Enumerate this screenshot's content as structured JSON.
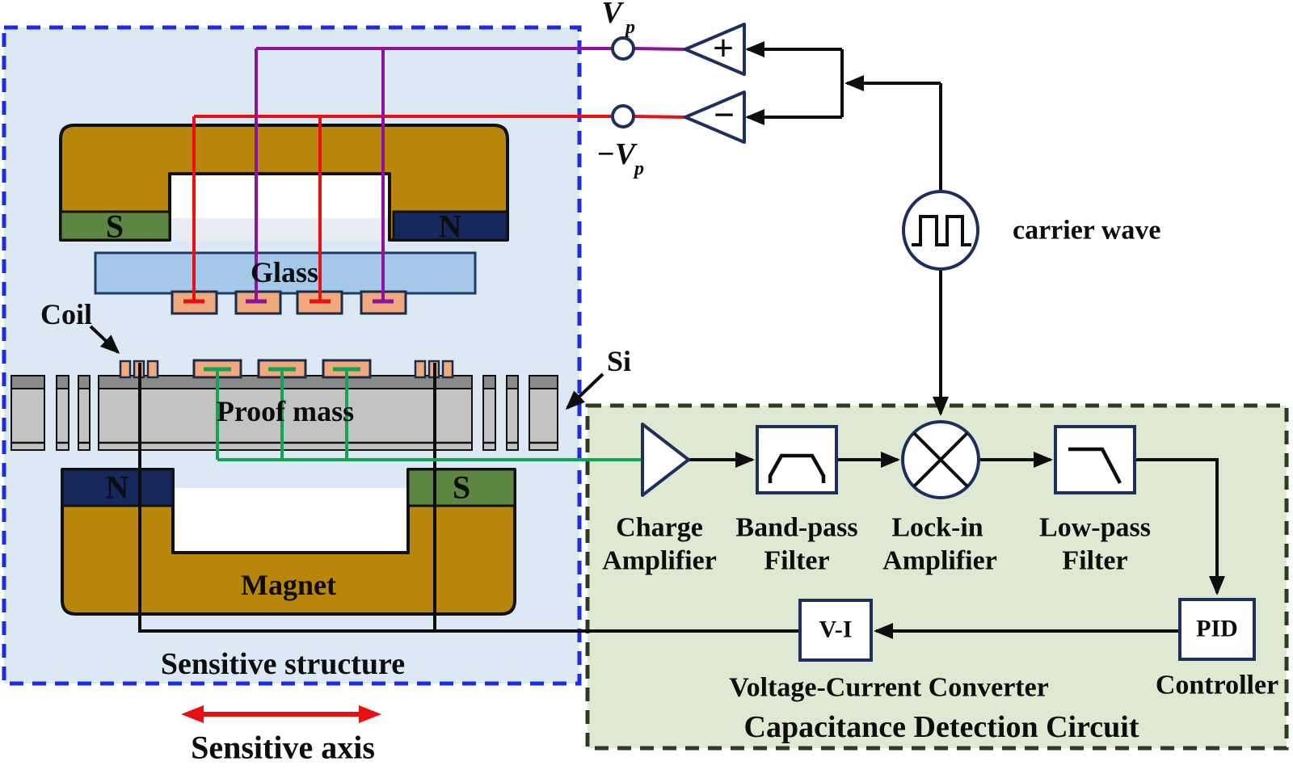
{
  "sensitive_structure": {
    "title": "Sensitive structure",
    "coil_label": "Coil",
    "si_label": "Si",
    "glass_label": "Glass",
    "proof_mass_label": "Proof mass",
    "magnet_label": "Magnet",
    "top_magnet": {
      "left_pole": "S",
      "right_pole": "N"
    },
    "bottom_magnet": {
      "left_pole": "N",
      "right_pole": "S"
    },
    "axis_label": "Sensitive axis"
  },
  "excitation": {
    "positive_terminal": {
      "symbol": "V",
      "subscript": "p"
    },
    "negative_terminal": {
      "symbol": "−V",
      "subscript": "p"
    },
    "buffer_plus": "+",
    "buffer_minus": "−",
    "carrier_label": "carrier wave"
  },
  "detection_circuit": {
    "title": "Capacitance Detection Circuit",
    "charge_amplifier": {
      "line1": "Charge",
      "line2": "Amplifier"
    },
    "band_pass_filter": {
      "line1": "Band-pass",
      "line2": "Filter"
    },
    "lock_in_amplifier": {
      "line1": "Lock-in",
      "line2": "Amplifier"
    },
    "low_pass_filter": {
      "line1": "Low-pass",
      "line2": "Filter"
    },
    "vi_converter": {
      "box": "V-I",
      "caption": "Voltage-Current Converter"
    },
    "pid_controller": {
      "box": "PID",
      "caption": "Controller"
    }
  },
  "colors": {
    "sensitive_box_fill": "#dde8f5",
    "sensitive_box_border": "#1b2ce8",
    "detection_box_fill": "#dfe9d2",
    "detection_box_border": "#2e3a22",
    "magnet_gold": "#b8860b",
    "pole_navy": "#15275c",
    "pole_green": "#5d8544",
    "pole_letter_gold": "#f3c94f",
    "glass_blue": "#a5c7e8",
    "pad_orange": "#f0a97c",
    "wire_red": "#e81010",
    "wire_purple": "#8d12a0",
    "wire_green": "#12a455",
    "component_border_navy": "#1c2f5e",
    "title_blue": "#1822e8",
    "title_green": "#44702e",
    "axis_red": "#e81010"
  }
}
